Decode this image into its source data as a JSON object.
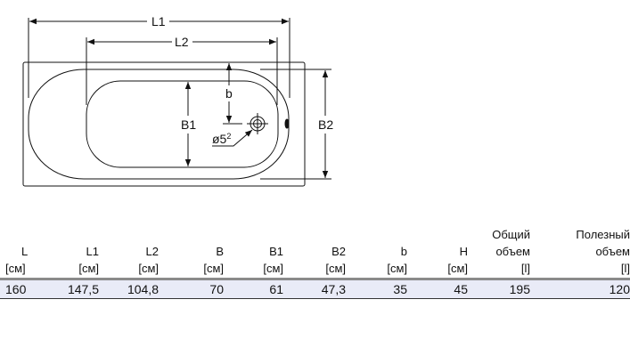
{
  "drawing": {
    "labels": {
      "L1": "L1",
      "L2": "L2",
      "b": "b",
      "B1": "B1",
      "B2": "B2",
      "drain": "ø5",
      "drain_sup": "2"
    }
  },
  "table": {
    "columns": [
      {
        "name": "",
        "label": "L",
        "unit": "[см]"
      },
      {
        "name": "",
        "label": "L1",
        "unit": "[см]"
      },
      {
        "name": "",
        "label": "L2",
        "unit": "[см]"
      },
      {
        "name": "",
        "label": "B",
        "unit": "[см]"
      },
      {
        "name": "",
        "label": "B1",
        "unit": "[см]"
      },
      {
        "name": "",
        "label": "B2",
        "unit": "[см]"
      },
      {
        "name": "",
        "label": "b",
        "unit": "[см]"
      },
      {
        "name": "",
        "label": "H",
        "unit": "[см]"
      },
      {
        "name": "Общий",
        "label": "объем",
        "unit": "[l]"
      },
      {
        "name": "Полезный",
        "label": "объем",
        "unit": "[l]"
      }
    ],
    "values": [
      "160",
      "147,5",
      "104,8",
      "70",
      "61",
      "47,3",
      "35",
      "45",
      "195",
      "120"
    ]
  }
}
